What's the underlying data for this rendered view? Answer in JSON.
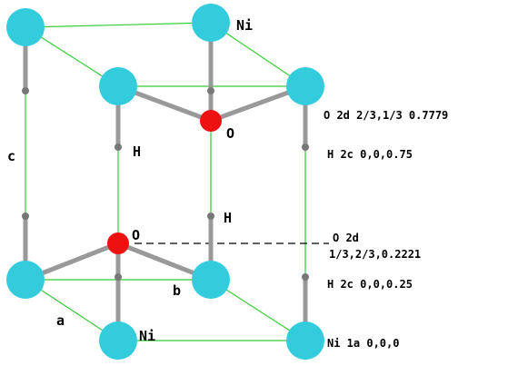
{
  "labels": {
    "ni_top": "Ni",
    "ni_bottom": "Ni",
    "o_top": "O",
    "o_bottom": "O",
    "h_1": "H",
    "h_2": "H",
    "a": "a",
    "b": "b",
    "c": "c"
  },
  "annotations": {
    "o_top": "O 2d 2/3,1/3 0.7779",
    "h_top": "H 2c 0,0,0.75",
    "o_bottom_1": "O 2d",
    "o_bottom_2": "1/3,2/3,0.2221",
    "h_bottom": "H 2c 0,0,0.25",
    "ni": "Ni 1a  0,0,0"
  },
  "colors": {
    "ni_atom": "#33ccdd",
    "o_atom": "#ee1111",
    "cell_edge": "#33cc33",
    "bond": "#999999",
    "h_atom": "#777777",
    "dashed_line": "#000000"
  }
}
